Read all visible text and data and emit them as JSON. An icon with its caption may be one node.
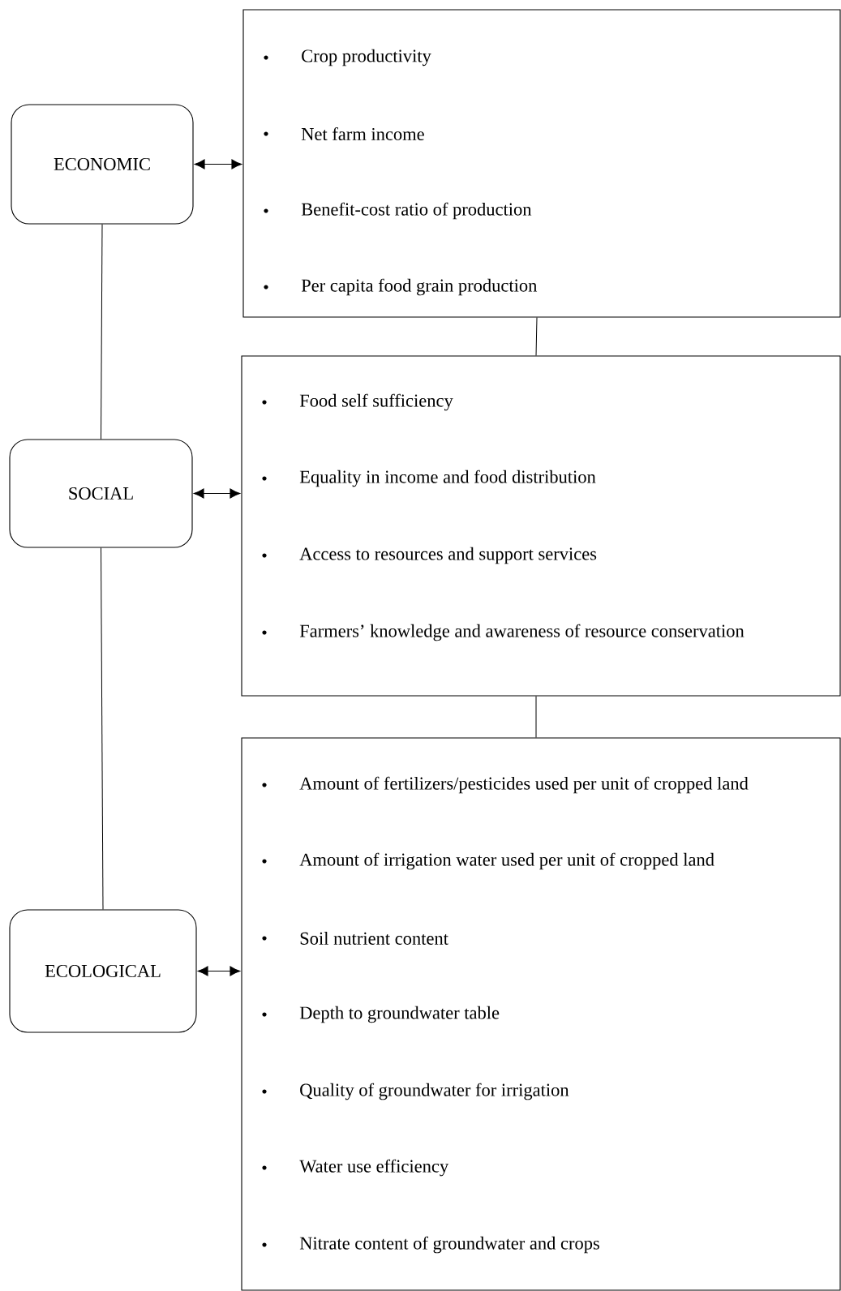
{
  "diagram": {
    "nodes": [
      {
        "text": [
          "ECONOMIC"
        ]
      },
      {
        "text": [
          "Crop productivity",
          "Net farm income",
          "Benefit-cost ratio of production",
          "Per capita food grain production"
        ]
      },
      {
        "text": [
          "SOCIAL"
        ]
      },
      {
        "text": [
          "Food self sufficiency",
          "Equality in income and food distribution",
          "Access to resources and support services",
          "Farmers’ knowledge and awareness of resource conservation"
        ]
      },
      {
        "text": [
          "ECOLOGICAL"
        ]
      },
      {
        "text": [
          "Amount of fertilizers/pesticides used per unit of cropped land",
          "Amount of irrigation water used per unit of cropped land",
          "Soil nutrient content",
          "Depth to groundwater table",
          "Quality of groundwater for irrigation",
          "Water use efficiency",
          "Nitrate content of groundwater and crops"
        ]
      }
    ],
    "edges": [
      {
        "from": 0,
        "to": 1,
        "arrow": "both"
      },
      {
        "from": 2,
        "to": 3,
        "arrow": "both"
      },
      {
        "from": 4,
        "to": 5,
        "arrow": "both"
      },
      {
        "from": 0,
        "to": 2,
        "arrow": "none"
      },
      {
        "from": 2,
        "to": 4,
        "arrow": "none"
      },
      {
        "from": 1,
        "to": 3,
        "arrow": "none"
      },
      {
        "from": 3,
        "to": 5,
        "arrow": "none"
      }
    ]
  }
}
